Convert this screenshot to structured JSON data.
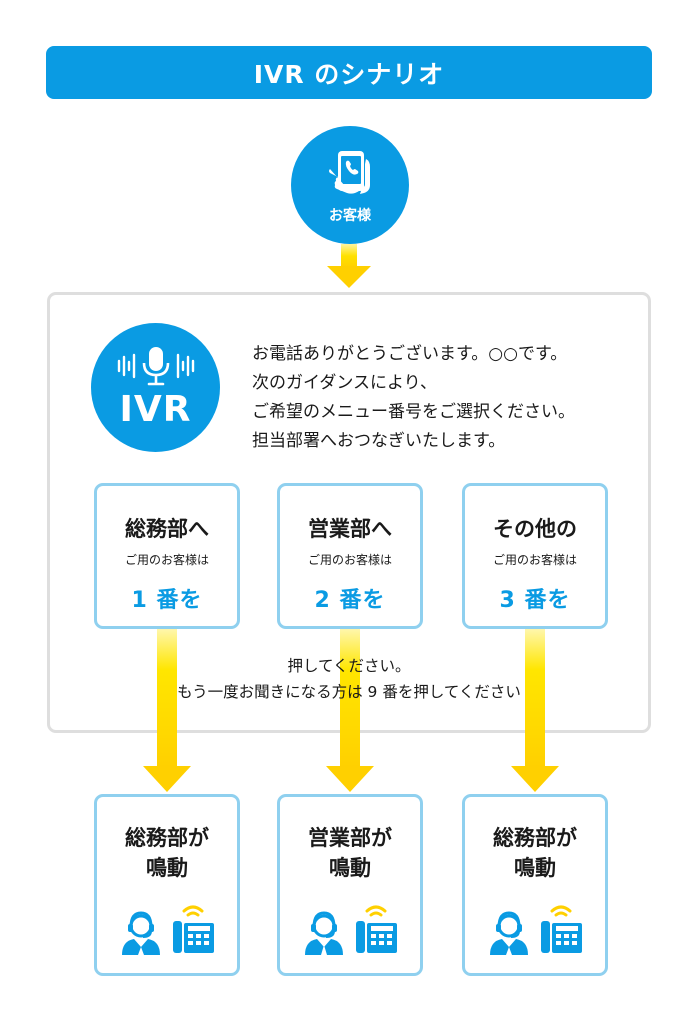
{
  "title": "IVR のシナリオ",
  "customer": {
    "label": "お客様",
    "icon": "smartphone-hand-icon"
  },
  "ivr": {
    "label": "IVR",
    "icon": "microphone-icon",
    "message": [
      "お電話ありがとうございます。○○です。",
      "次のガイダンスにより、",
      "ご希望のメニュー番号をご選択ください。",
      "担当部署へおつなぎいたします。"
    ]
  },
  "options": [
    {
      "dept": "総務部へ",
      "sub": "ご用のお客様は",
      "num": "1 番を"
    },
    {
      "dept": "営業部へ",
      "sub": "ご用のお客様は",
      "num": "2 番を"
    },
    {
      "dept": "その他の",
      "sub": "ご用のお客様は",
      "num": "3 番を"
    }
  ],
  "press": {
    "line1": "押してください。",
    "line2": "もう一度お聞きになる方は 9 番を押してください"
  },
  "results": [
    {
      "line1": "総務部が",
      "line2": "鳴動"
    },
    {
      "line1": "営業部が",
      "line2": "鳴動"
    },
    {
      "line1": "総務部が",
      "line2": "鳴動"
    }
  ],
  "colors": {
    "accent": "#0a9be3",
    "box_border": "#8fd0ef",
    "arrow": "#ffd600",
    "panel_border": "#dedede"
  }
}
